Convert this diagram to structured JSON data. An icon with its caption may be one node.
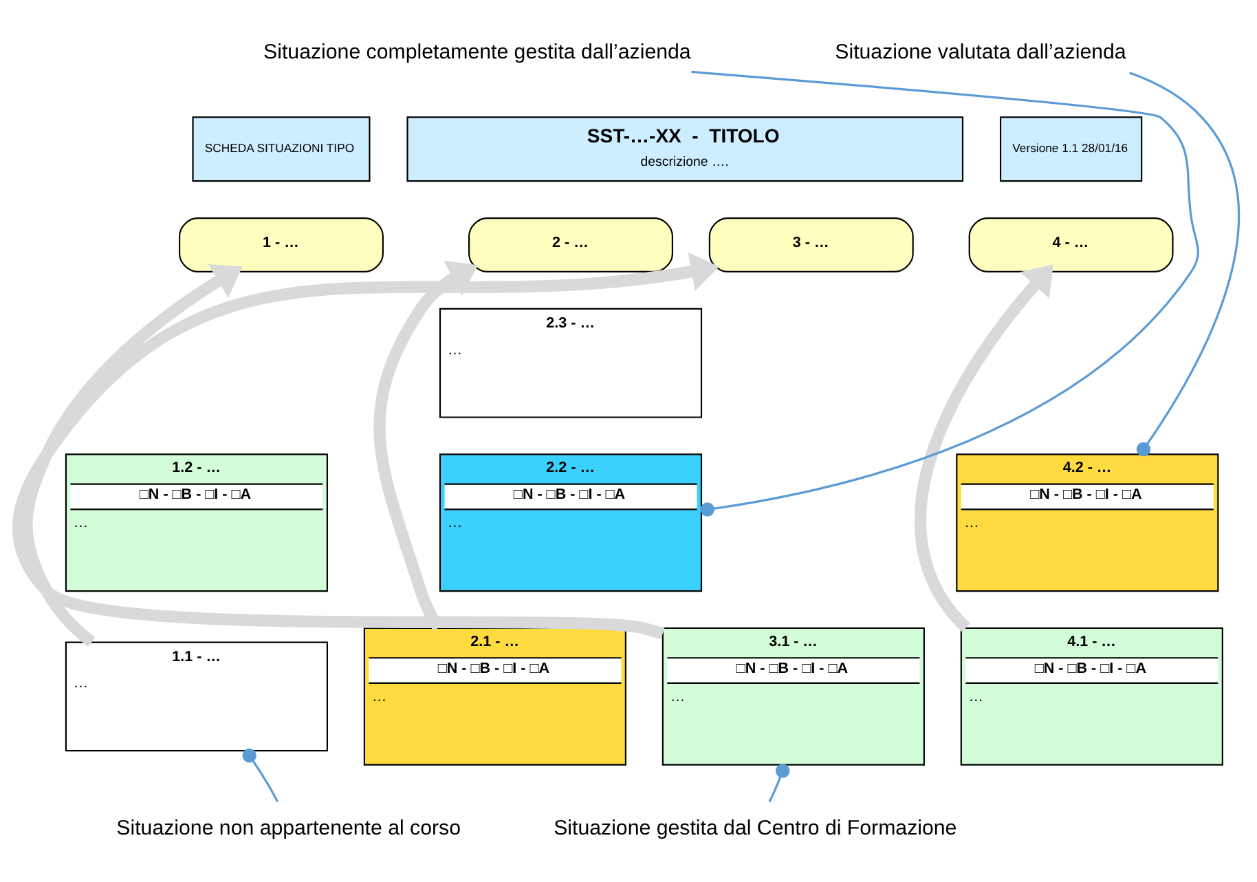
{
  "diagram": {
    "nodes": [
      {
        "text": [
          "SCHEDA SITUAZIONI TIPO"
        ]
      },
      {
        "text": [
          "SST-…-XX  -  TITOLO",
          "descrizione …."
        ]
      },
      {
        "text": [
          "Versione 1.1 28/01/16"
        ]
      },
      {
        "text": [
          "1 - …"
        ]
      },
      {
        "text": [
          "2 - …"
        ]
      },
      {
        "text": [
          "3 - …"
        ]
      },
      {
        "text": [
          "4 - …"
        ]
      },
      {
        "text": [
          "1.2 - …",
          "□N - □B - □I - □A",
          "…"
        ]
      },
      {
        "text": [
          "1.1 - …",
          "…"
        ]
      },
      {
        "text": [
          "2.3 - …",
          "…"
        ]
      },
      {
        "text": [
          "2.2 - …",
          "□N - □B - □I - □A",
          "…"
        ]
      },
      {
        "text": [
          "2.1 - …",
          "□N - □B - □I - □A",
          "…"
        ]
      },
      {
        "text": [
          "3.1 - …",
          "□N - □B - □I - □A",
          "…"
        ]
      },
      {
        "text": [
          "4.2 - …",
          "□N - □B - □I - □A",
          "…"
        ]
      },
      {
        "text": [
          "4.1 - …",
          "□N - □B - □I - □A",
          "…"
        ]
      },
      {
        "text": [
          "Situazione completamente gestita dall’azienda"
        ]
      },
      {
        "text": [
          "Situazione valutata dall’azienda"
        ]
      },
      {
        "text": [
          "Situazione non appartenente al corso"
        ]
      },
      {
        "text": [
          "Situazione gestita dal Centro di Formazione"
        ]
      }
    ],
    "edges": [
      {
        "from": 8,
        "to": 3,
        "arrow": "to",
        "style": "thick",
        "color": "#d9d9d9"
      },
      {
        "from": 11,
        "to": 4,
        "arrow": "to",
        "style": "thick",
        "color": "#d9d9d9"
      },
      {
        "from": 12,
        "to": 5,
        "arrow": "to",
        "style": "thick",
        "color": "#d9d9d9"
      },
      {
        "from": 14,
        "to": 6,
        "arrow": "to",
        "style": "thick",
        "color": "#d9d9d9"
      },
      {
        "from": 15,
        "to": 10,
        "arrow": "other",
        "color": "#5b9bd5"
      },
      {
        "from": 16,
        "to": 13,
        "arrow": "other",
        "color": "#5b9bd5"
      },
      {
        "from": 17,
        "to": 8,
        "arrow": "other",
        "color": "#5b9bd5"
      },
      {
        "from": 18,
        "to": 12,
        "arrow": "other",
        "color": "#5b9bd5"
      }
    ]
  }
}
